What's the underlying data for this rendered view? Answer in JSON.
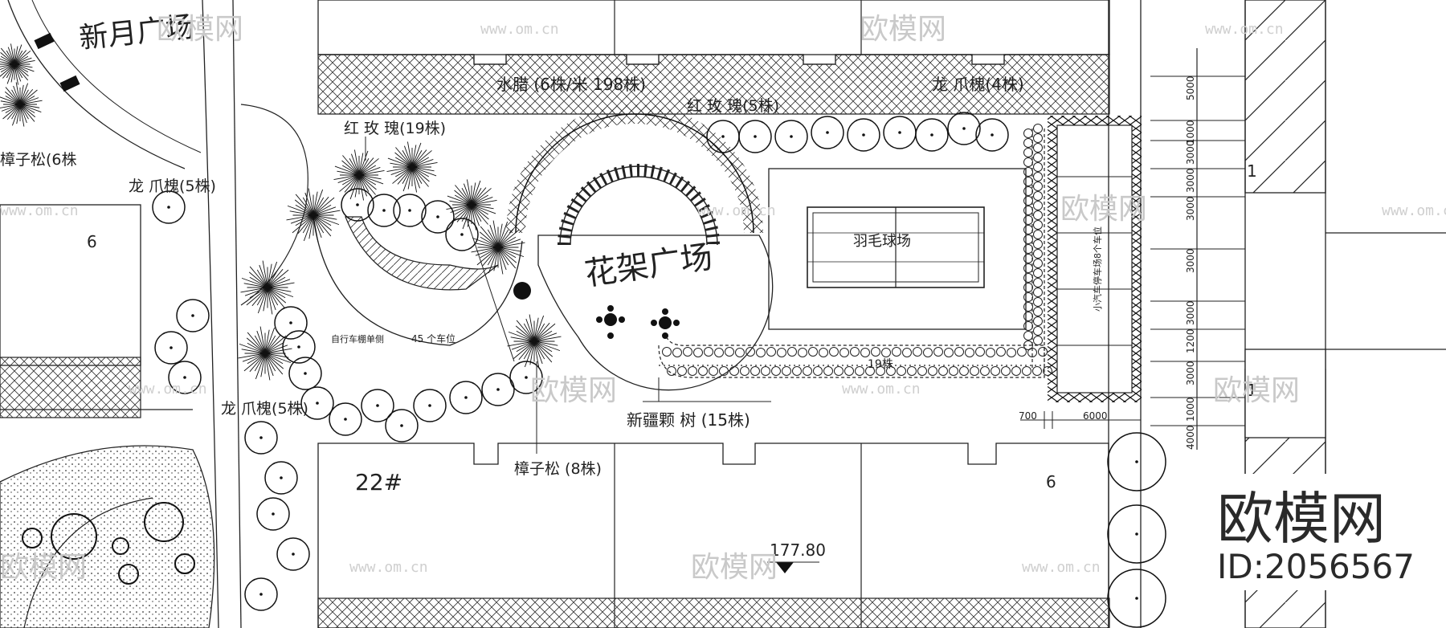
{
  "plaza_labels": {
    "crescent": "新月广场",
    "trellis": "花架广场",
    "badminton": "羽毛球场"
  },
  "plant_labels": {
    "hedge": "水腊 (6株/米 198株)",
    "red_rose_19": "红 玫 瑰(19株)",
    "red_rose_5": "红 玫 瑰(5株)",
    "dragon_claw_4": "龙 爪槐(4株)",
    "dragon_claw_5a": "龙 爪槐(5株)",
    "dragon_claw_5b": "龙 爪槐(5株)",
    "pine_6": "樟子松(6株",
    "pine_8": "樟子松 (8株)",
    "xinjiang_poplar": "新疆颗 树 (15株)"
  },
  "parking_labels": {
    "bike_shed": "自行车棚单侧",
    "bike_count": "45 个车位",
    "car_parking": "小汽车停车场8个车位",
    "strip_count": "19株"
  },
  "building_labels": {
    "b22": "22#",
    "b6_left": "6",
    "b6_right": "6",
    "b1_top": "1",
    "b1_mid": "1"
  },
  "elevation": "177.80",
  "dimensions": {
    "right_column": [
      "5000",
      "1000",
      "3000",
      "3000",
      "3000",
      "3000",
      "3000",
      "1200",
      "3000",
      "1000",
      "4000"
    ],
    "bottom_700": "700",
    "bottom_6000": "6000"
  },
  "watermark": {
    "url": "www.om.cn",
    "brand": "欧模网",
    "id": "ID:2056567"
  }
}
